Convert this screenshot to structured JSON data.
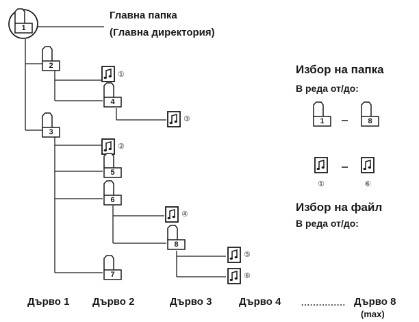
{
  "root": {
    "title": "Главна папка",
    "subtitle": "(Главна директория)"
  },
  "folder_select": {
    "heading": "Избор на папка",
    "range_label": "В реда от/до:",
    "first": "1",
    "last": "8"
  },
  "file_select": {
    "heading": "Избор на файл",
    "range_label": "В реда от/до:",
    "first": "①",
    "last": "⑥"
  },
  "trees": {
    "t1": "Дърво 1",
    "t2": "Дърво 2",
    "t3": "Дърво 3",
    "t4": "Дърво 4",
    "dots": "...............",
    "t8": "Дърво 8",
    "max": "(max)"
  },
  "folders": [
    "1",
    "2",
    "3",
    "4",
    "5",
    "6",
    "7",
    "8"
  ],
  "files": [
    "①",
    "②",
    "③",
    "④",
    "⑤",
    "⑥"
  ],
  "icons": {
    "folder": "folder-icon",
    "file": "music-file-icon"
  }
}
